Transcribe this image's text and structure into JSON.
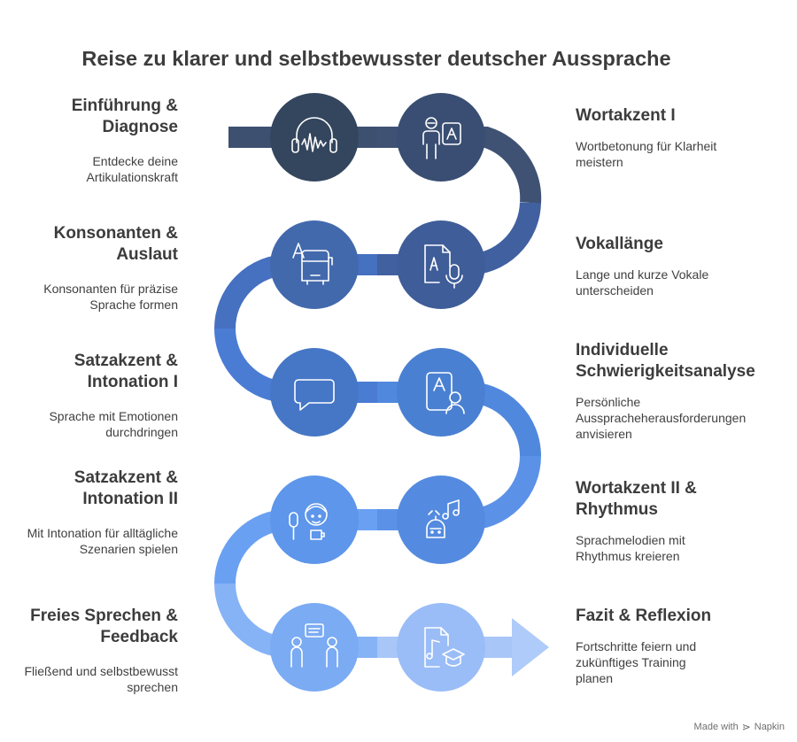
{
  "title": "Reise zu klarer und selbstbewusster deutscher Aussprache",
  "colors": {
    "track": [
      "#3d5070",
      "#40588a",
      "#4266a8",
      "#4a7bc9",
      "#5b8fde",
      "#7faaf0",
      "#a9c6f8"
    ],
    "circle_dark": "#34465e",
    "icon_stroke": "#ffffff"
  },
  "stages": [
    {
      "title": "Einführung & Diagnose",
      "description": "Entdecke deine Artikulationskraft",
      "icon": "headphones-soundwave-icon"
    },
    {
      "title": "Wortakzent I",
      "description": "Wortbetonung für Klarheit meistern",
      "icon": "person-board-icon"
    },
    {
      "title": "Vokallänge",
      "description": "Lange und kurze Vokale unterscheiden",
      "icon": "document-microphone-icon"
    },
    {
      "title": "Konsonanten & Auslaut",
      "description": "Konsonanten für präzise Sprache formen",
      "icon": "letter-bus-icon"
    },
    {
      "title": "Satzakzent & Intonation I",
      "description": "Sprache mit Emotionen durchdringen",
      "icon": "speech-bubble-icon"
    },
    {
      "title": "Individuelle Schwierigkeitsanalyse",
      "description": "Persönliche Ausspracheherausforderungen anvisieren",
      "icon": "card-person-icon"
    },
    {
      "title": "Wortakzent II & Rhythmus",
      "description": "Sprachmelodien mit Rhythmus kreieren",
      "icon": "robot-music-notes-icon"
    },
    {
      "title": "Satzakzent & Intonation II",
      "description": "Mit Intonation für alltägliche Szenarien spielen",
      "icon": "mic-person-cup-icon"
    },
    {
      "title": "Freies Sprechen & Feedback",
      "description": "Fließend und selbstbewusst sprechen",
      "icon": "two-people-chat-icon"
    },
    {
      "title": "Fazit & Reflexion",
      "description": "Fortschritte feiern und zukünftiges Training planen",
      "icon": "music-file-graduation-icon"
    }
  ],
  "footer": {
    "made_with": "Made with",
    "brand": "Napkin"
  }
}
